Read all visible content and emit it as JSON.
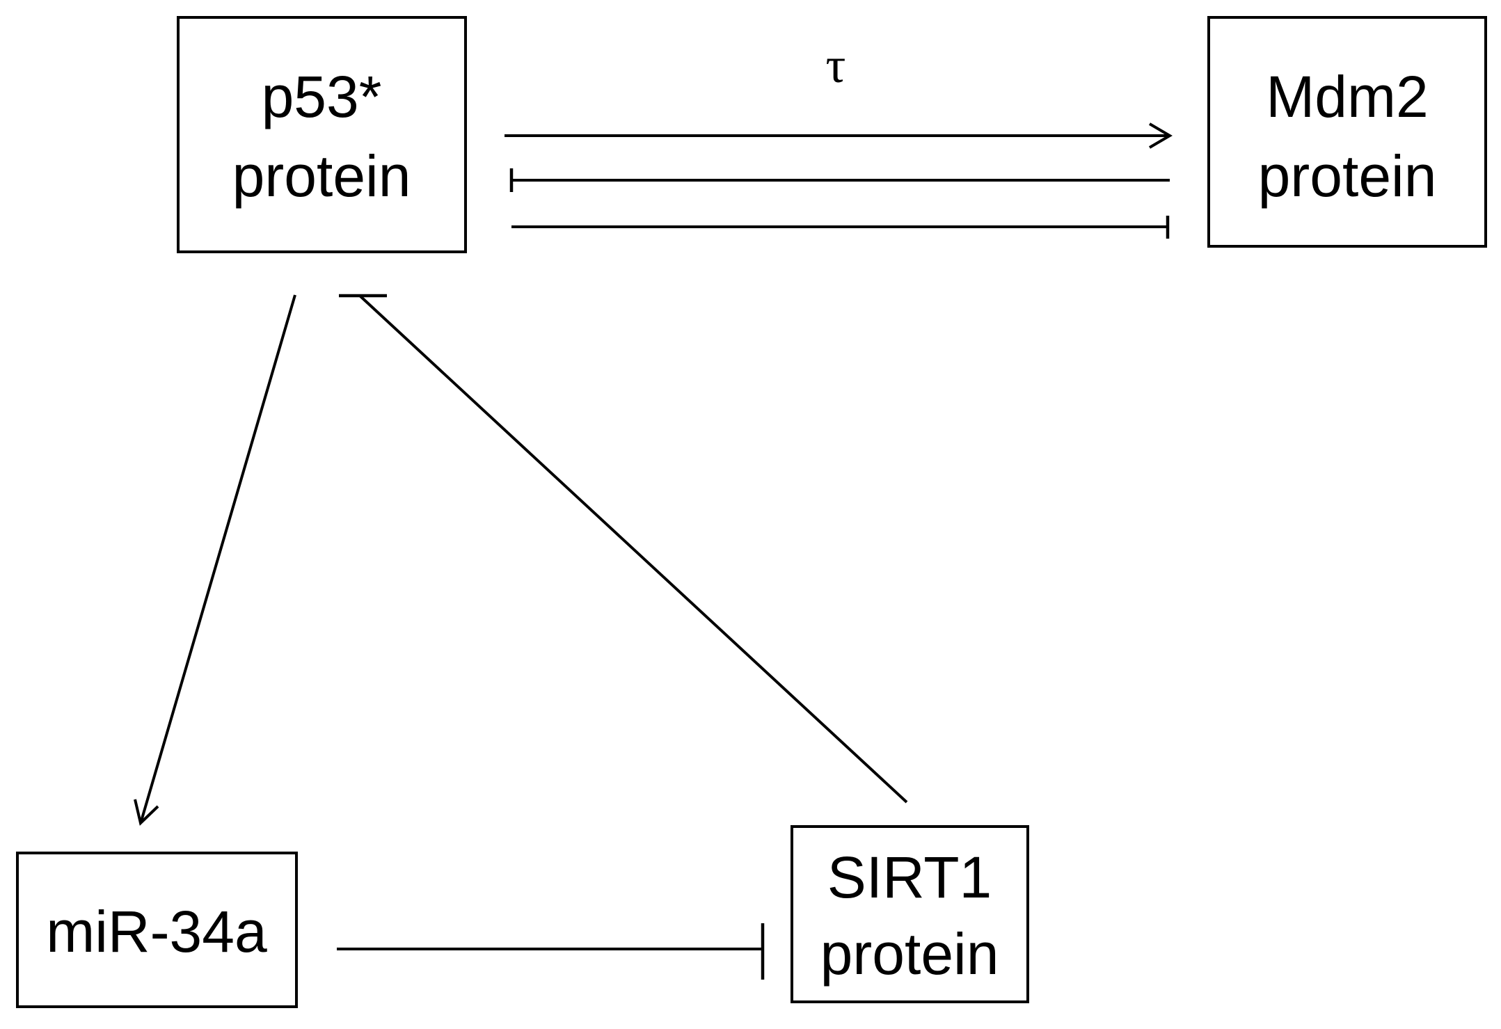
{
  "nodes": {
    "p53": {
      "line1": "p53*",
      "line2": "protein"
    },
    "mdm2": {
      "line1": "Mdm2",
      "line2": "protein"
    },
    "mir34a": {
      "line1": "miR-34a"
    },
    "sirt1": {
      "line1": "SIRT1",
      "line2": "protein"
    }
  },
  "edge_labels": {
    "delay": "τ"
  },
  "colors": {
    "stroke": "#000000",
    "background": "#ffffff"
  }
}
